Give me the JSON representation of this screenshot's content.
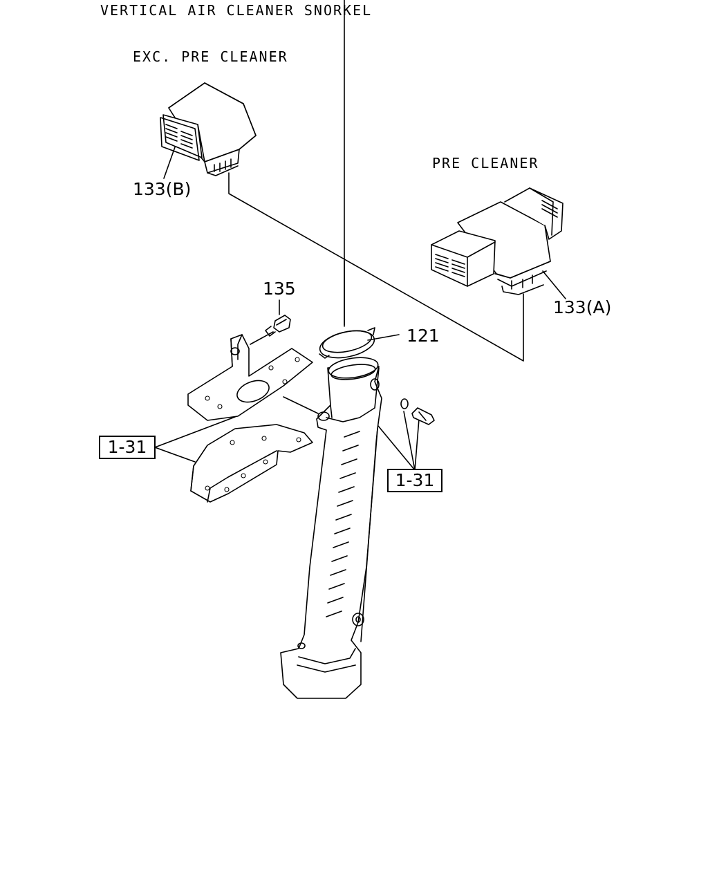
{
  "title": "VERTICAL AIR CLEANER SNORKEL",
  "labels": {
    "exc_pre_cleaner": "EXC. PRE CLEANER",
    "pre_cleaner": "PRE CLEANER"
  },
  "parts": {
    "p133b": "133(B)",
    "p133a": "133(A)",
    "p135": "135",
    "p121": "121"
  },
  "refs": {
    "left": "1-31",
    "right": "1-31"
  }
}
